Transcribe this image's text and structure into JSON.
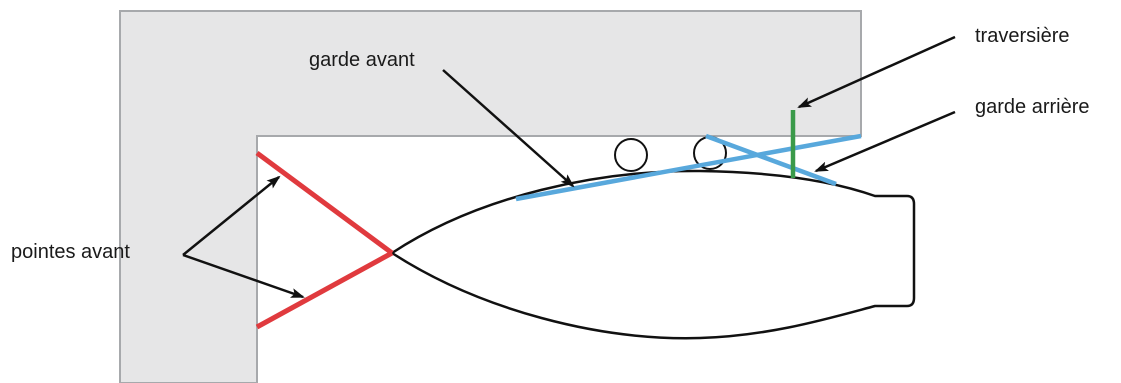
{
  "labels": {
    "pointes_avant": "pointes avant",
    "garde_avant": "garde avant",
    "traversiere": "traversière",
    "garde_arriere": "garde arrière"
  },
  "colors": {
    "dock": "#e6e6e7",
    "dock_outline": "#a7a9ac",
    "hull_outline": "#111111",
    "pointes_avant": "#e03a3e",
    "gardes": "#58a8dc",
    "traversiere": "#3a9a4a",
    "arrows": "#111111",
    "text": "#1a1a1a"
  },
  "icons": {
    "bollard": "circle-icon"
  }
}
